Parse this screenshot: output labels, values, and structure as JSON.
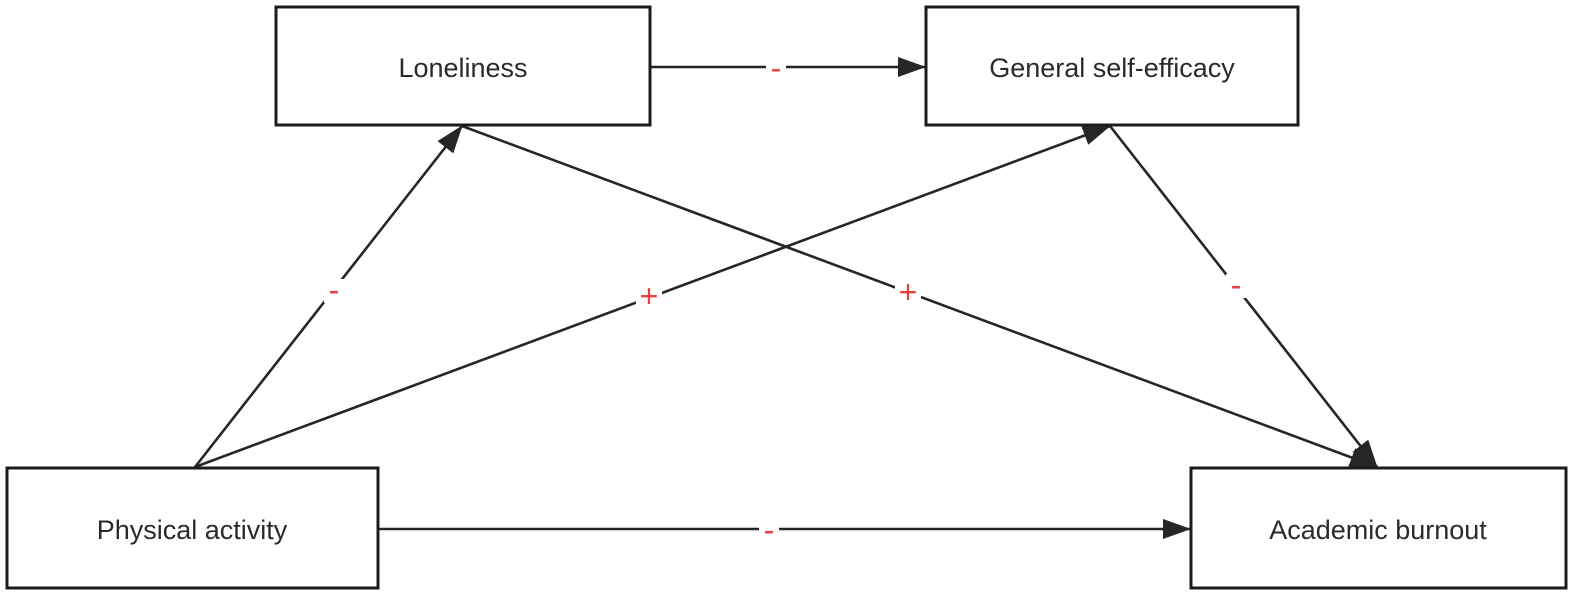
{
  "nodes": {
    "loneliness": {
      "label": "Loneliness"
    },
    "self_efficacy": {
      "label": "General self-efficacy"
    },
    "physical_activity": {
      "label": "Physical activity"
    },
    "academic_burnout": {
      "label": "Academic burnout"
    }
  },
  "edges": {
    "loneliness_to_self_efficacy": {
      "sign": "-"
    },
    "physical_activity_to_loneliness": {
      "sign": "-"
    },
    "physical_activity_to_self_efficacy": {
      "sign": "+"
    },
    "loneliness_to_academic_burnout": {
      "sign": "+"
    },
    "self_efficacy_to_academic_burnout": {
      "sign": "-"
    },
    "physical_activity_to_academic_burnout": {
      "sign": "-"
    }
  },
  "colors": {
    "sign": "#e8413f",
    "line": "#262626",
    "box_border": "#1c1c1c"
  }
}
